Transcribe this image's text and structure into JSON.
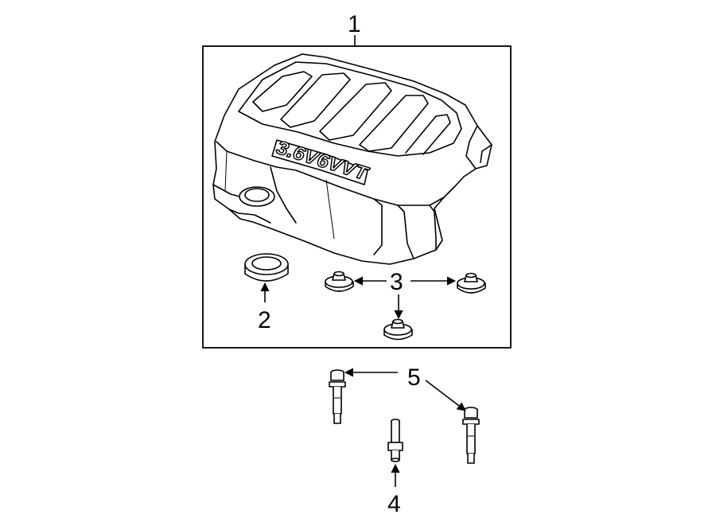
{
  "callouts": {
    "c1": "1",
    "c2": "2",
    "c3": "3",
    "c4": "4",
    "c5": "5"
  },
  "cover_badge": "3.6V6VVT",
  "colors": {
    "ink": "#000000",
    "paper": "#ffffff"
  }
}
